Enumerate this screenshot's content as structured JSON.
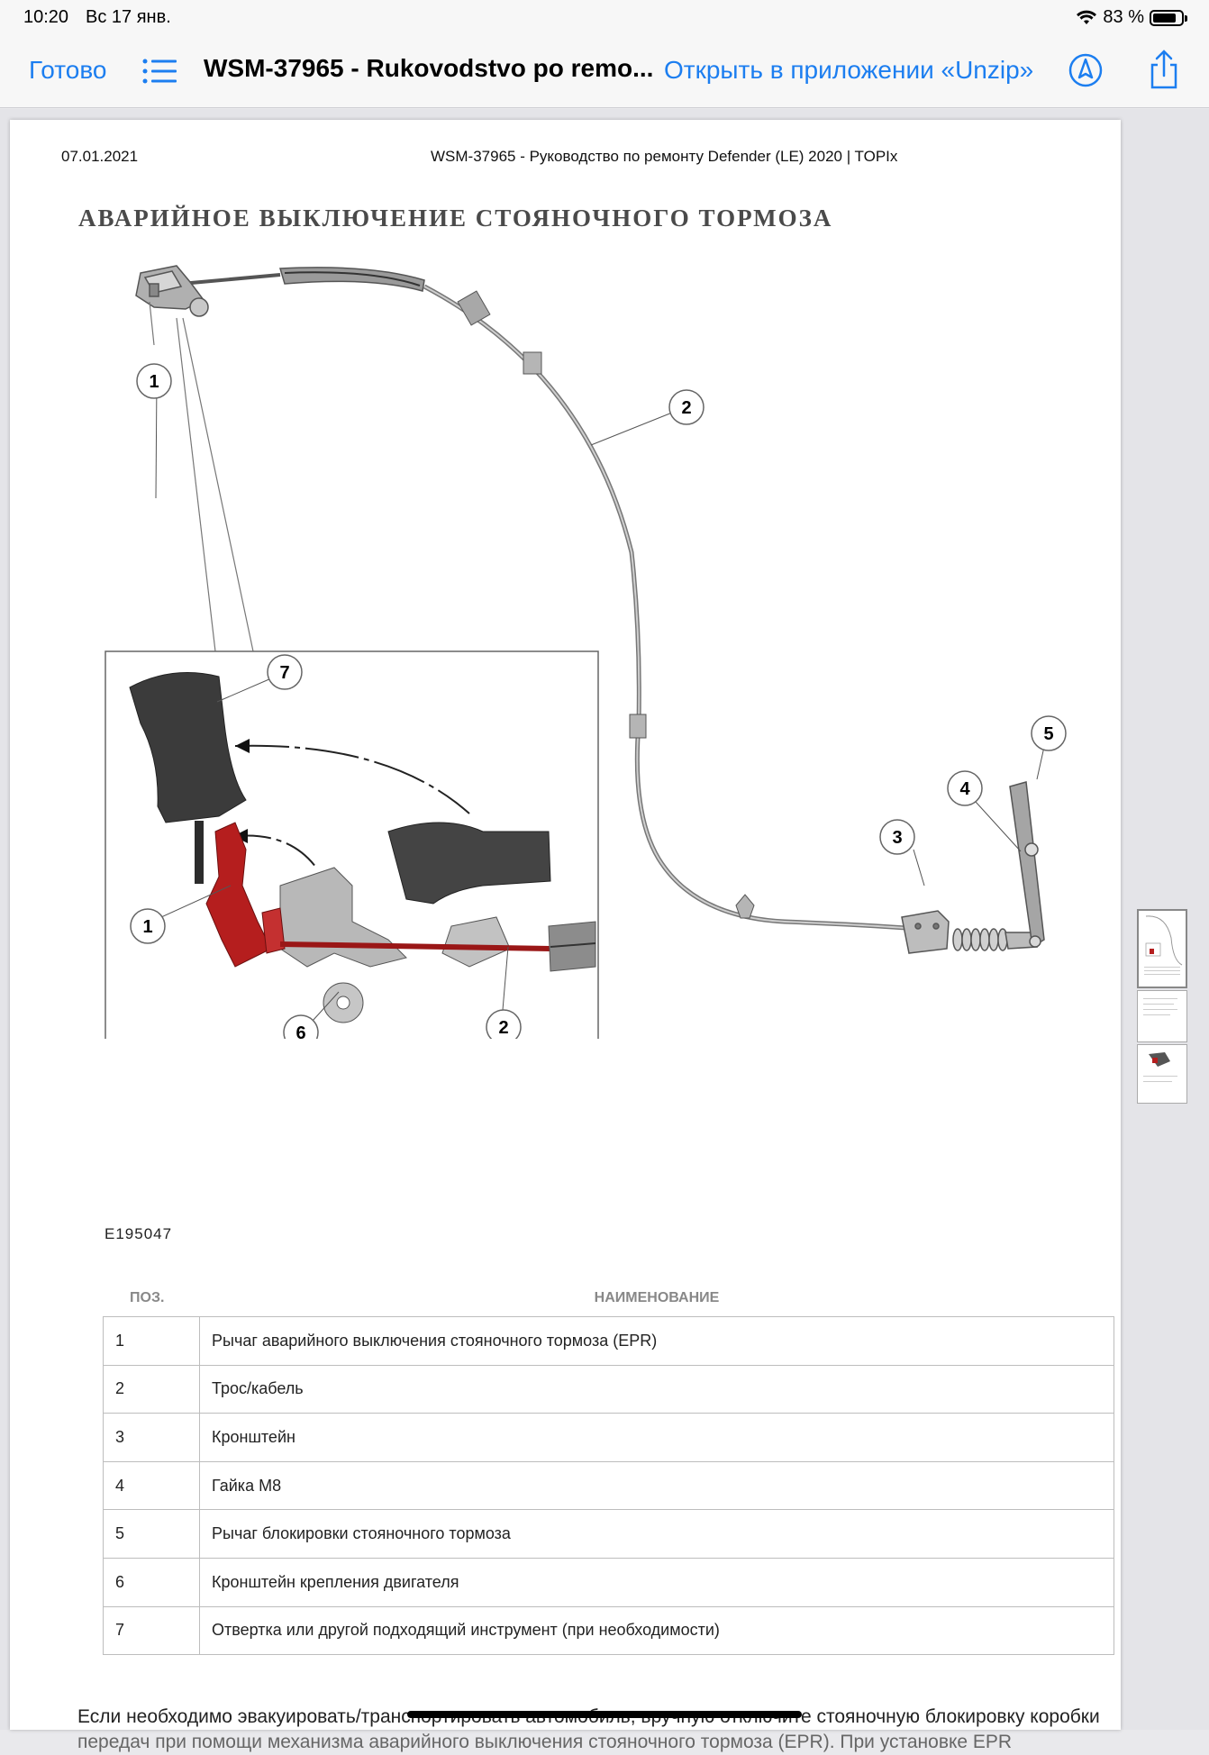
{
  "status_bar": {
    "time": "10:20",
    "date": "Вс 17 янв.",
    "battery": "83 %",
    "battery_level": 0.83
  },
  "nav": {
    "done": "Готово",
    "title": "WSM-37965 - Rukovodstvo po remo...",
    "open_in": "Открыть в приложении «Unzip»",
    "icons": [
      "list-icon",
      "markup-icon",
      "share-icon"
    ]
  },
  "page": {
    "header_date": "07.01.2021",
    "header_title": "WSM-37965 - Руководство по ремонту Defender (LE) 2020 | TOPIx",
    "doc_title": "АВАРИЙНОЕ ВЫКЛЮЧЕНИЕ СТОЯНОЧНОГО ТОРМОЗА",
    "figure_code": "E195047",
    "callouts": [
      "1",
      "2",
      "3",
      "4",
      "5",
      "6",
      "7"
    ]
  },
  "parts_table": {
    "col_pos": "ПОЗ.",
    "col_name": "НАИМЕНОВАНИЕ",
    "rows": [
      {
        "pos": "1",
        "name": "Рычаг аварийного выключения стояночного тормоза (EPR)"
      },
      {
        "pos": "2",
        "name": "Трос/кабель"
      },
      {
        "pos": "3",
        "name": "Кронштейн"
      },
      {
        "pos": "4",
        "name": "Гайка M8"
      },
      {
        "pos": "5",
        "name": "Рычаг блокировки стояночного тормоза"
      },
      {
        "pos": "6",
        "name": "Кронштейн крепления двигателя"
      },
      {
        "pos": "7",
        "name": "Отвертка или другой подходящий инструмент (при необходимости)"
      }
    ]
  },
  "bottom_text": {
    "line1": "Если необходимо эвакуировать/транспортировать автомобиль, вручную отключите стояночную блокировку коробки",
    "line2": "передач при помощи механизма аварийного выключения стояночного тормоза (EPR). При установке EPR"
  },
  "colors": {
    "accent": "#1c7ef0",
    "highlight_red": "#b51e1e"
  }
}
